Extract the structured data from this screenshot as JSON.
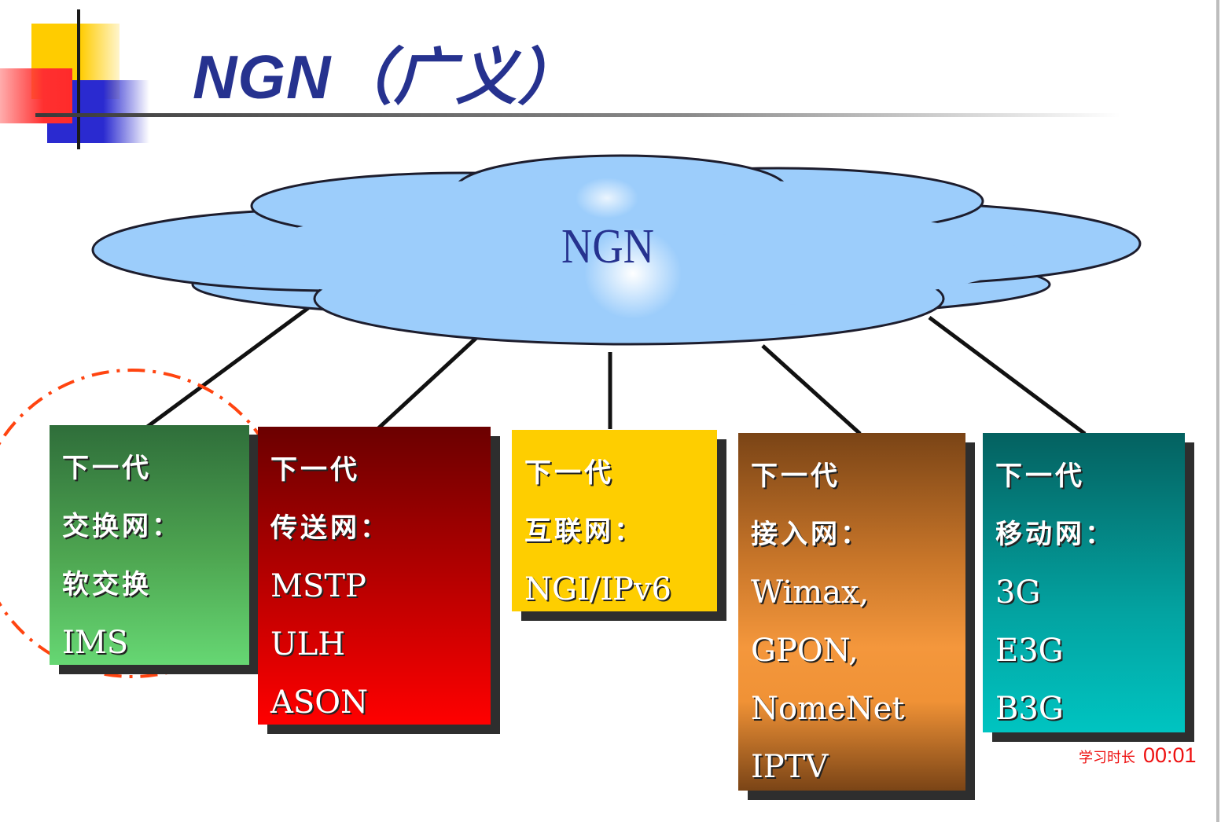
{
  "title": "NGN（广义）",
  "cloud_label": "NGN",
  "boxes": [
    {
      "lines": [
        "下一代",
        "交换网：",
        "软交换",
        "IMS"
      ],
      "color": "#4ea651"
    },
    {
      "lines": [
        "下一代",
        "传送网：",
        "MSTP",
        "ULH",
        "ASON"
      ],
      "color": "#c00000"
    },
    {
      "lines": [
        "下一代",
        "互联网：",
        "NGI/IPv6"
      ],
      "color": "#fece00"
    },
    {
      "lines": [
        "下一代",
        "接入网：",
        "Wimax,",
        "GPON,",
        "NomeNet",
        "IPTV"
      ],
      "color": "#c77529"
    },
    {
      "lines": [
        "下一代",
        "移动网：",
        "3G",
        "E3G",
        "B3G"
      ],
      "color": "#03a3a1"
    }
  ],
  "timer": {
    "label": "学习时长",
    "value": "00:01"
  },
  "colors": {
    "title": "#26328f",
    "cloud_fill": "#9ccdfb",
    "cloud_text": "#26328f",
    "highlight_ring": "#ff4410"
  }
}
